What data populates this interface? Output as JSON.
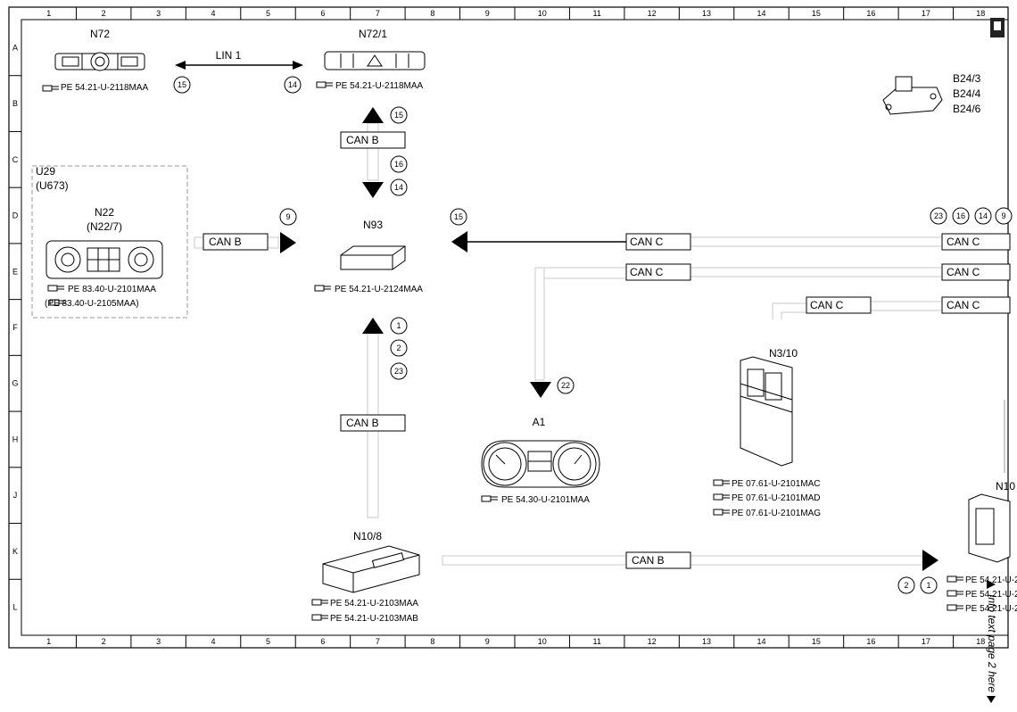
{
  "grid": {
    "columns": [
      "1",
      "2",
      "3",
      "4",
      "5",
      "6",
      "7",
      "8",
      "9",
      "10",
      "11",
      "12",
      "13",
      "14",
      "15",
      "16",
      "17",
      "18"
    ],
    "rows": [
      "A",
      "B",
      "C",
      "D",
      "E",
      "F",
      "G",
      "H",
      "J",
      "K",
      "L"
    ]
  },
  "components": {
    "n72": {
      "label": "N72",
      "ref": "PE 54.21-U-2118MAA"
    },
    "n72_1": {
      "label": "N72/1",
      "ref": "PE 54.21-U-2118MAA"
    },
    "b24": {
      "labels": [
        "B24/3",
        "B24/4",
        "B24/6"
      ]
    },
    "u29": {
      "label": "U29",
      "sub": "(U673)"
    },
    "n22": {
      "label": "N22",
      "sub": "(N22/7)",
      "refs": [
        "PE 83.40-U-2101MAA",
        "(PE 83.40-U-2105MAA)"
      ]
    },
    "n93": {
      "label": "N93",
      "ref": "PE 54.21-U-2124MAA"
    },
    "a1": {
      "label": "A1",
      "ref": "PE 54.30-U-2101MAA"
    },
    "n3_10": {
      "label": "N3/10",
      "refs": [
        "PE 07.61-U-2101MAC",
        "PE 07.61-U-2101MAD",
        "PE 07.61-U-2101MAG"
      ]
    },
    "n10_8": {
      "label": "N10/8",
      "refs": [
        "PE 54.21-U-2103MAA",
        "PE 54.21-U-2103MAB"
      ]
    },
    "n10_right": {
      "label": "N10",
      "refs": [
        "PE 54.21-U-2",
        "PE 54.21-U-2",
        "PE 54.21-U-2"
      ]
    }
  },
  "buses": {
    "lin1": "LIN 1",
    "can_b": "CAN B",
    "can_c": "CAN C"
  },
  "connectors": {
    "lin_left": "15",
    "lin_right": "14",
    "n72_1_up": "15",
    "n72_1_mid": "16",
    "n72_1_down": "14",
    "n22_bus": "9",
    "n93_left": "15",
    "right_a": "23",
    "right_b": "16",
    "right_c": "14",
    "right_d": "9",
    "n93_lower_a": "1",
    "n93_lower_b": "2",
    "n93_lower_c": "23",
    "a1_in": "22",
    "bottom_a": "2",
    "bottom_b": "1"
  },
  "side_note": "Info text page 2 here",
  "colors": {
    "line": "#000000",
    "wire": "#c8c8c8",
    "dash": "#999999"
  }
}
